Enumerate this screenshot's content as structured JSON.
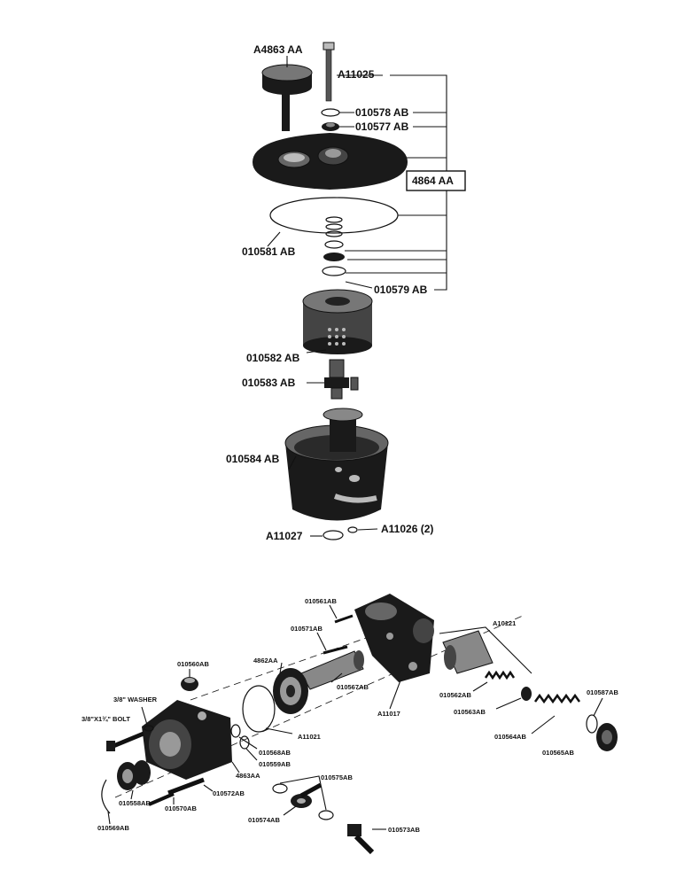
{
  "top_assembly": {
    "labels": {
      "a4863aa": "A4863 AA",
      "a11025": "A11025",
      "p010578ab": "010578 AB",
      "p010577ab": "010577 AB",
      "box_4864aa": "4864 AA",
      "p010581ab": "010581 AB",
      "p010579ab": "010579 AB",
      "p010582ab": "010582 AB",
      "p010583ab": "010583 AB",
      "p010584ab": "010584 AB",
      "a11027": "A11027",
      "a11026": "A11026 (2)"
    }
  },
  "bottom_assembly": {
    "labels": {
      "p010561ab": "010561AB",
      "a10121": "A10121",
      "p010571ab": "010571AB",
      "p4862aa": "4862AA",
      "p010560ab": "010560AB",
      "washer": "3/8\" WASHER",
      "bolt": "3/8\"X1¾\" BOLT",
      "p010567ab": "010567AB",
      "a11017": "A11017",
      "p010562ab": "010562AB",
      "p010563ab": "010563AB",
      "p010587ab": "010587AB",
      "a11021": "A11021",
      "p010564ab": "010564AB",
      "p010568ab": "010568AB",
      "p010565ab": "010565AB",
      "p010559ab": "010559AB",
      "p4863aa": "4863AA",
      "p010572ab": "010572AB",
      "p010575ab": "010575AB",
      "p010570ab": "010570AB",
      "p010558ab": "010558AB",
      "p010569ab": "010569AB",
      "p010574ab": "010574AB",
      "p010573ab": "010573AB"
    }
  }
}
